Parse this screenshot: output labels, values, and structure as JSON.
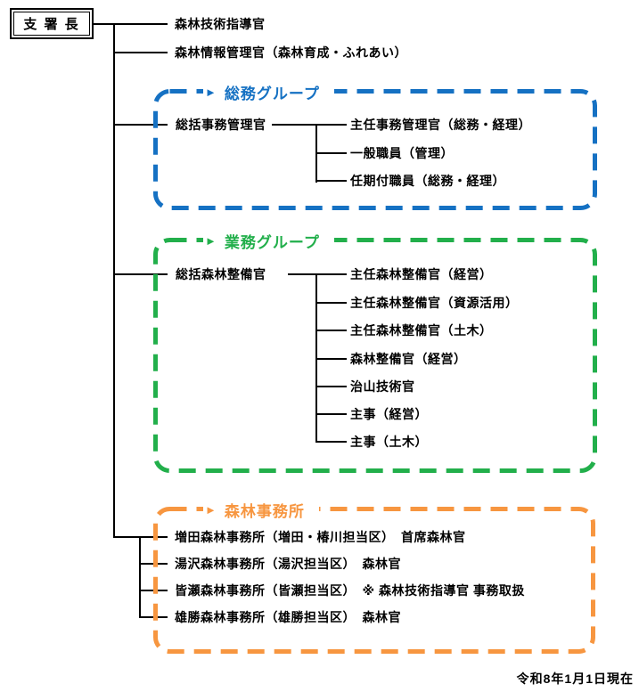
{
  "page": {
    "background": "#ffffff",
    "as_of": "令和8年1月1日現在"
  },
  "root": {
    "label": "支 署 長"
  },
  "top_items": [
    "森林技術指導官",
    "森林情報管理官（森林育成・ふれあい）"
  ],
  "groups": [
    {
      "title": "総務グループ",
      "color": "#1571C3",
      "parent": "総括事務管理官",
      "children": [
        "主任事務管理官（総務・経理）",
        "一般職員（管理）",
        "任期付職員（総務・経理）"
      ]
    },
    {
      "title": "業務グループ",
      "color": "#22AF4B",
      "parent": "総括森林整備官",
      "children": [
        "主任森林整備官（経営）",
        "主任森林整備官（資源活用）",
        "主任森林整備官（土木）",
        "森林整備官（経営）",
        "治山技術官",
        "主事（経営）",
        "主事（土木）"
      ]
    },
    {
      "title": "森林事務所",
      "color": "#F79640",
      "children": [
        "増田森林事務所（増田・椿川担当区）　首席森林官",
        "湯沢森林事務所（湯沢担当区）　森林官",
        "皆瀬森林事務所（皆瀬担当区）　※ 森林技術指導官 事務取扱",
        "雄勝森林事務所（雄勝担当区）　森林官"
      ]
    }
  ]
}
